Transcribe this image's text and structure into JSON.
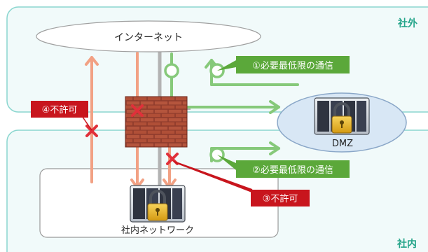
{
  "zones": {
    "outside_label": "社外",
    "inside_label": "社内"
  },
  "nodes": {
    "internet": "インターネット",
    "dmz": "DMZ",
    "lan": "社内ネットワーク"
  },
  "callouts": {
    "c1": "①必要最低限の通信",
    "c2": "②必要最低限の通信",
    "c3": "③不許可",
    "c4": "④不許可"
  },
  "colors": {
    "zone_border": "#8ad6cf",
    "zone_fill": "#f1fafa",
    "allowed": "#86c97a",
    "allowed_label": "#5ba83a",
    "denied": "#f2a184",
    "denied_label": "#c8151d",
    "cross": "#e0303a",
    "neutral": "#b3b3b3",
    "dmz_fill": "#d8e7f5",
    "dmz_border": "#8aa7c8",
    "zone_text": "#23a489"
  }
}
